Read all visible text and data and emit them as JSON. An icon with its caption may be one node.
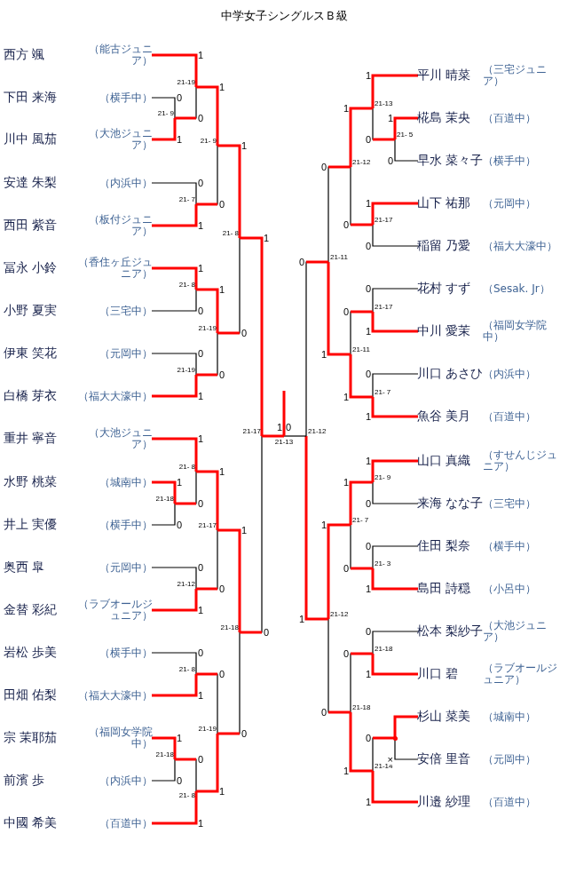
{
  "diagram": {
    "title": "中学女子シングルスＢ級",
    "nodes": [
      {
        "text": [
          "西方 颯",
          "（能古ジュニア）"
        ]
      },
      {
        "text": [
          "下田 来海",
          "（横手中）"
        ]
      },
      {
        "text": [
          "川中 風茄",
          "（大池ジュニア）"
        ]
      },
      {
        "text": [
          "安達 朱梨",
          "（内浜中）"
        ]
      },
      {
        "text": [
          "西田 紫音",
          "（板付ジュニア）"
        ]
      },
      {
        "text": [
          "冨永 小鈴",
          "（香住ヶ丘ジュニア）"
        ]
      },
      {
        "text": [
          "小野 夏実",
          "（三宅中）"
        ]
      },
      {
        "text": [
          "伊東 笑花",
          "（元岡中）"
        ]
      },
      {
        "text": [
          "白橋 芽衣",
          "（福大大濠中）"
        ]
      },
      {
        "text": [
          "重井 寧音",
          "（大池ジュニア）"
        ]
      },
      {
        "text": [
          "水野 桃菜",
          "（城南中）"
        ]
      },
      {
        "text": [
          "井上 実優",
          "（横手中）"
        ]
      },
      {
        "text": [
          "奥西 皐",
          "（元岡中）"
        ]
      },
      {
        "text": [
          "金替 彩紀",
          "（ラブオールジュニア）"
        ]
      },
      {
        "text": [
          "岩松 歩美",
          "（横手中）"
        ]
      },
      {
        "text": [
          "田畑 佑梨",
          "（福大大濠中）"
        ]
      },
      {
        "text": [
          "宗 茉耶茄",
          "（福岡女学院中）"
        ]
      },
      {
        "text": [
          "前濱 歩",
          "（内浜中）"
        ]
      },
      {
        "text": [
          "中國 希美",
          "（百道中）"
        ]
      },
      {
        "text": [
          "平川 晴菜",
          "（三宅ジュニア）"
        ]
      },
      {
        "text": [
          "椛島 茉央",
          "（百道中）"
        ]
      },
      {
        "text": [
          "早水 菜々子",
          "（横手中）"
        ]
      },
      {
        "text": [
          "山下 祐那",
          "（元岡中）"
        ]
      },
      {
        "text": [
          "稲留 乃愛",
          "（福大大濠中）"
        ]
      },
      {
        "text": [
          "花村 すず",
          "（Sesak. Jr）"
        ]
      },
      {
        "text": [
          "中川 愛茉",
          "（福岡女学院中）"
        ]
      },
      {
        "text": [
          "川口 あさひ",
          "（内浜中）"
        ]
      },
      {
        "text": [
          "魚谷 美月",
          "（百道中）"
        ]
      },
      {
        "text": [
          "山口 真織",
          "（すせんじジュニア）"
        ]
      },
      {
        "text": [
          "来海 なな子",
          "（三宅中）"
        ]
      },
      {
        "text": [
          "住田 梨奈",
          "（横手中）"
        ]
      },
      {
        "text": [
          "島田 詩穏",
          "（小呂中）"
        ]
      },
      {
        "text": [
          "松本 梨紗子",
          "（大池ジュニア）"
        ]
      },
      {
        "text": [
          "川口 碧",
          "（ラブオールジュニア）"
        ]
      },
      {
        "text": [
          "杉山 菜美",
          "（城南中）"
        ]
      },
      {
        "text": [
          "安倍 里音",
          "（元岡中）"
        ]
      },
      {
        "text": [
          "川邉 紗理",
          "（百道中）"
        ]
      },
      {
        "text": [
          "21- 9"
        ]
      },
      {
        "text": [
          "21-19"
        ]
      },
      {
        "text": [
          "21- 7"
        ]
      },
      {
        "text": [
          "21- 9"
        ]
      },
      {
        "text": [
          "21- 8"
        ]
      },
      {
        "text": [
          "21-19"
        ]
      },
      {
        "text": [
          "21-19"
        ]
      },
      {
        "text": [
          "21- 8"
        ]
      },
      {
        "text": [
          "21-18"
        ]
      },
      {
        "text": [
          "21- 8"
        ]
      },
      {
        "text": [
          "21-12"
        ]
      },
      {
        "text": [
          "21-17"
        ]
      },
      {
        "text": [
          "21- 8"
        ]
      },
      {
        "text": [
          "21-18"
        ]
      },
      {
        "text": [
          "21- 8"
        ]
      },
      {
        "text": [
          "21-19"
        ]
      },
      {
        "text": [
          "21-18"
        ]
      },
      {
        "text": [
          "21-17"
        ]
      },
      {
        "text": [
          "21- 5"
        ]
      },
      {
        "text": [
          "21-13"
        ]
      },
      {
        "text": [
          "21-17"
        ]
      },
      {
        "text": [
          "21-12"
        ]
      },
      {
        "text": [
          "21-17"
        ]
      },
      {
        "text": [
          "21- 7"
        ]
      },
      {
        "text": [
          "21-11"
        ]
      },
      {
        "text": [
          "21-11"
        ]
      },
      {
        "text": [
          "21- 9"
        ]
      },
      {
        "text": [
          "21- 3"
        ]
      },
      {
        "text": [
          "21- 7"
        ]
      },
      {
        "text": [
          "21-18"
        ]
      },
      {
        "text": [],
        "shape": "dot"
      },
      {
        "text": [
          "21-14"
        ]
      },
      {
        "text": [
          "21-18"
        ]
      },
      {
        "text": [
          "21-12"
        ]
      },
      {
        "text": [
          "21-12"
        ]
      },
      {
        "text": [
          "21-13"
        ]
      }
    ],
    "edges": [
      {
        "from": 1,
        "to": 37,
        "arrow": "none",
        "label": "0",
        "color": "#000000"
      },
      {
        "from": 2,
        "to": 37,
        "arrow": "none",
        "label": "1"
      },
      {
        "from": 0,
        "to": 38,
        "arrow": "none",
        "label": "1"
      },
      {
        "from": 37,
        "to": 38,
        "arrow": "none",
        "label": "0",
        "color": "#000000"
      },
      {
        "from": 3,
        "to": 39,
        "arrow": "none",
        "label": "0",
        "color": "#000000"
      },
      {
        "from": 4,
        "to": 39,
        "arrow": "none",
        "label": "1"
      },
      {
        "from": 38,
        "to": 40,
        "arrow": "none",
        "label": "1"
      },
      {
        "from": 39,
        "to": 40,
        "arrow": "none",
        "label": "0",
        "color": "#000000"
      },
      {
        "from": 5,
        "to": 41,
        "arrow": "none",
        "label": "1"
      },
      {
        "from": 6,
        "to": 41,
        "arrow": "none",
        "label": "0",
        "color": "#000000"
      },
      {
        "from": 7,
        "to": 42,
        "arrow": "none",
        "label": "0",
        "color": "#000000"
      },
      {
        "from": 8,
        "to": 42,
        "arrow": "none",
        "label": "1"
      },
      {
        "from": 41,
        "to": 43,
        "arrow": "none",
        "label": "1"
      },
      {
        "from": 42,
        "to": 43,
        "arrow": "none",
        "label": "0",
        "color": "#000000"
      },
      {
        "from": 40,
        "to": 44,
        "arrow": "none",
        "label": "1"
      },
      {
        "from": 43,
        "to": 44,
        "arrow": "none",
        "label": "0",
        "color": "#000000"
      },
      {
        "from": 10,
        "to": 45,
        "arrow": "none",
        "label": "1"
      },
      {
        "from": 11,
        "to": 45,
        "arrow": "none",
        "label": "0",
        "color": "#000000"
      },
      {
        "from": 9,
        "to": 46,
        "arrow": "none",
        "label": "1"
      },
      {
        "from": 45,
        "to": 46,
        "arrow": "none",
        "label": "0",
        "color": "#000000"
      },
      {
        "from": 12,
        "to": 47,
        "arrow": "none",
        "label": "0",
        "color": "#000000"
      },
      {
        "from": 13,
        "to": 47,
        "arrow": "none",
        "label": "1"
      },
      {
        "from": 46,
        "to": 48,
        "arrow": "none",
        "label": "1"
      },
      {
        "from": 47,
        "to": 48,
        "arrow": "none",
        "label": "0",
        "color": "#000000"
      },
      {
        "from": 14,
        "to": 49,
        "arrow": "none",
        "label": "0",
        "color": "#000000"
      },
      {
        "from": 15,
        "to": 49,
        "arrow": "none",
        "label": "1"
      },
      {
        "from": 16,
        "to": 50,
        "arrow": "none",
        "label": "1"
      },
      {
        "from": 17,
        "to": 50,
        "arrow": "none",
        "label": "0",
        "color": "#000000"
      },
      {
        "from": 50,
        "to": 51,
        "arrow": "none",
        "label": "0",
        "color": "#000000"
      },
      {
        "from": 18,
        "to": 51,
        "arrow": "none",
        "label": "1"
      },
      {
        "from": 49,
        "to": 52,
        "arrow": "none",
        "label": "0",
        "color": "#000000"
      },
      {
        "from": 51,
        "to": 52,
        "arrow": "none",
        "label": "1"
      },
      {
        "from": 48,
        "to": 53,
        "arrow": "none",
        "label": "1"
      },
      {
        "from": 52,
        "to": 53,
        "arrow": "none",
        "label": "0",
        "color": "#000000"
      },
      {
        "from": 44,
        "to": 54,
        "arrow": "none",
        "label": "1"
      },
      {
        "from": 53,
        "to": 54,
        "arrow": "none",
        "label": "0",
        "color": "#000000"
      },
      {
        "from": 20,
        "to": 55,
        "arrow": "none",
        "label": "1"
      },
      {
        "from": 21,
        "to": 55,
        "arrow": "none",
        "label": "0",
        "color": "#000000"
      },
      {
        "from": 19,
        "to": 56,
        "arrow": "none",
        "label": "1"
      },
      {
        "from": 55,
        "to": 56,
        "arrow": "none",
        "label": "0",
        "color": "#000000"
      },
      {
        "from": 22,
        "to": 57,
        "arrow": "none",
        "label": "1"
      },
      {
        "from": 23,
        "to": 57,
        "arrow": "none",
        "label": "0",
        "color": "#000000"
      },
      {
        "from": 56,
        "to": 58,
        "arrow": "none",
        "label": "1"
      },
      {
        "from": 57,
        "to": 58,
        "arrow": "none",
        "label": "0",
        "color": "#000000"
      },
      {
        "from": 24,
        "to": 59,
        "arrow": "none",
        "label": "0",
        "color": "#000000"
      },
      {
        "from": 25,
        "to": 59,
        "arrow": "none",
        "label": "1"
      },
      {
        "from": 26,
        "to": 60,
        "arrow": "none",
        "label": "0",
        "color": "#000000"
      },
      {
        "from": 27,
        "to": 60,
        "arrow": "none",
        "label": "1"
      },
      {
        "from": 59,
        "to": 61,
        "arrow": "none",
        "label": "0",
        "color": "#000000"
      },
      {
        "from": 60,
        "to": 61,
        "arrow": "none",
        "label": "1"
      },
      {
        "from": 58,
        "to": 62,
        "arrow": "none",
        "label": "0",
        "color": "#000000"
      },
      {
        "from": 61,
        "to": 62,
        "arrow": "none",
        "label": "1"
      },
      {
        "from": 28,
        "to": 63,
        "arrow": "none",
        "label": "1"
      },
      {
        "from": 29,
        "to": 63,
        "arrow": "none",
        "label": "0",
        "color": "#000000"
      },
      {
        "from": 30,
        "to": 64,
        "arrow": "none",
        "label": "0",
        "color": "#000000"
      },
      {
        "from": 31,
        "to": 64,
        "arrow": "none",
        "label": "1"
      },
      {
        "from": 63,
        "to": 65,
        "arrow": "none",
        "label": "1"
      },
      {
        "from": 64,
        "to": 65,
        "arrow": "none",
        "label": "0",
        "color": "#000000"
      },
      {
        "from": 32,
        "to": 66,
        "arrow": "none",
        "label": "0",
        "color": "#000000"
      },
      {
        "from": 33,
        "to": 66,
        "arrow": "none",
        "label": "1"
      },
      {
        "from": 34,
        "to": 67,
        "arrow": "none"
      },
      {
        "from": 35,
        "to": 67,
        "arrow": "none",
        "label": "×",
        "color": "#000000"
      },
      {
        "from": 67,
        "to": 68,
        "arrow": "none",
        "label": "0",
        "color": "#000000"
      },
      {
        "from": 36,
        "to": 68,
        "arrow": "none",
        "label": "1"
      },
      {
        "from": 66,
        "to": 69,
        "arrow": "none",
        "label": "0",
        "color": "#000000"
      },
      {
        "from": 68,
        "to": 69,
        "arrow": "none",
        "label": "1"
      },
      {
        "from": 65,
        "to": 70,
        "arrow": "none",
        "label": "1"
      },
      {
        "from": 69,
        "to": 70,
        "arrow": "none",
        "label": "0",
        "color": "#000000"
      },
      {
        "from": 62,
        "to": 71,
        "arrow": "none",
        "label": "0",
        "color": "#000000"
      },
      {
        "from": 70,
        "to": 71,
        "arrow": "none",
        "label": "1"
      },
      {
        "from": 54,
        "to": 72,
        "arrow": "none",
        "label": "1"
      },
      {
        "from": 71,
        "to": 72,
        "arrow": "none",
        "label": "0",
        "color": "#000000"
      },
      {
        "from": 72,
        "to": null,
        "arrow": "none"
      }
    ]
  }
}
